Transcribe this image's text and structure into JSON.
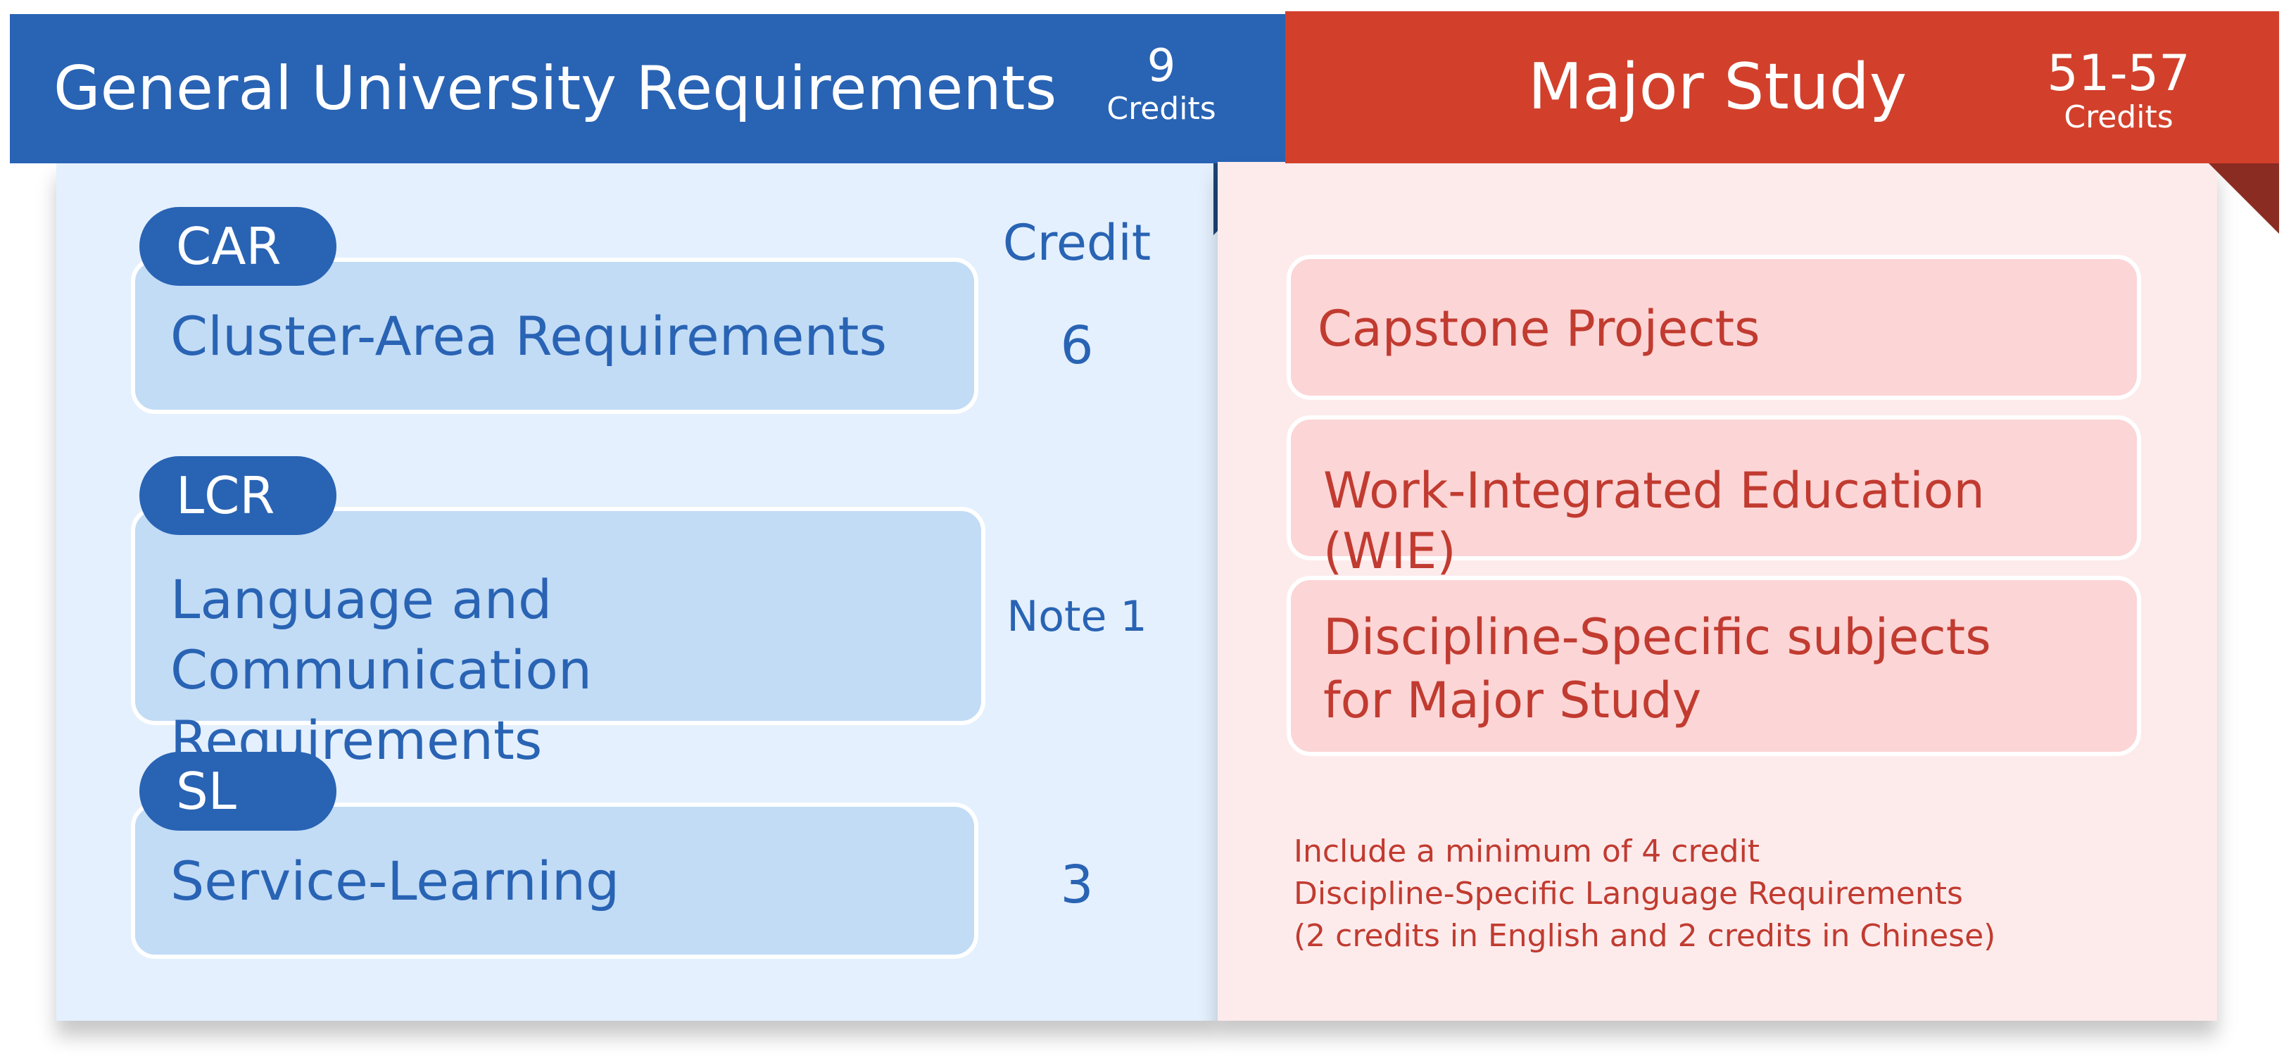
{
  "gur": {
    "title": "General University Requirements",
    "credits_value": "9",
    "credits_word": "Credits",
    "credit_column_heading": "Credit",
    "items": [
      {
        "tag": "CAR",
        "label": "Cluster-Area Requirements",
        "credit": "6"
      },
      {
        "tag": "LCR",
        "label_line1": "Language and Communication",
        "label_line2": "Requirements",
        "credit": "Note 1"
      },
      {
        "tag": "SL",
        "label": "Service-Learning",
        "credit": "3"
      }
    ]
  },
  "major": {
    "title": "Major Study",
    "credits_value": "51-57",
    "credits_word": "Credits",
    "items": [
      {
        "label": "Capstone Projects"
      },
      {
        "label": "Work-Integrated Education (WIE)"
      },
      {
        "label_line1": "Discipline-Specific subjects",
        "label_line2": "for Major Study"
      }
    ],
    "note_lines": [
      "Include a minimum of 4 credit",
      "Discipline-Specific Language Requirements",
      "(2 credits in English and 2 credits in Chinese)"
    ]
  },
  "colors": {
    "gur_blue": "#2963b4",
    "gur_panel": "#e4f0fd",
    "gur_box": "#c2dcf6",
    "major_red": "#d2402b",
    "major_text": "#c13b30",
    "major_panel": "#fdebec",
    "major_box": "#fcd5d6"
  }
}
